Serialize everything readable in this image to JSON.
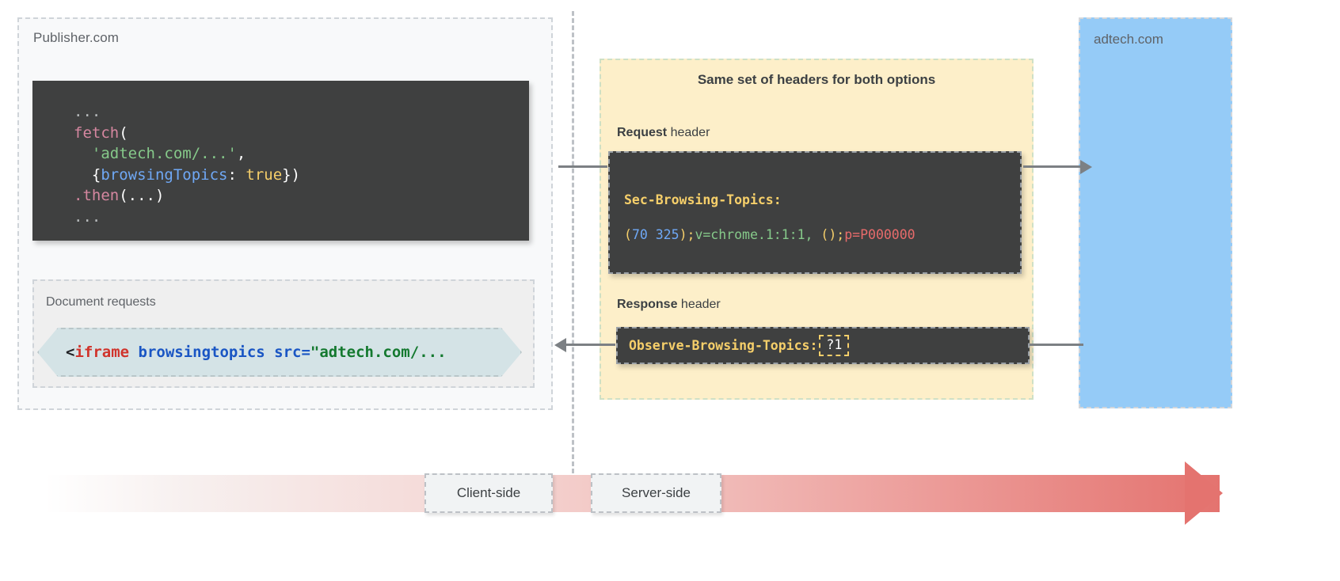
{
  "publisher": {
    "label": "Publisher.com",
    "fetch_code": {
      "line1_dots": "...",
      "fn": "fetch",
      "paren_open": "(",
      "url_string": "'adtech.com/...'",
      "comma": ",",
      "brace_open": "{",
      "option_key": "browsingTopics",
      "colon": ": ",
      "option_value": "true",
      "brace_close": "}",
      "paren_close": ")",
      "then": ".then",
      "then_args": "(...)",
      "line_last_dots": "..."
    },
    "document_requests": {
      "label": "Document requests",
      "snippet": {
        "lt": "<",
        "tag": "iframe",
        "space1": " ",
        "attr": "browsingtopics",
        "space2": " ",
        "src_attr": "src=",
        "src_value": "\"adtech.com/..."
      }
    }
  },
  "headers_panel": {
    "title": "Same set of headers for both options",
    "request_caption_bold": "Request",
    "request_caption_rest": " header",
    "response_caption_bold": "Response",
    "response_caption_rest": " header",
    "request_header": {
      "name": "Sec-Browsing-Topics:",
      "value_paren_open": "(",
      "value_num1": "70",
      "value_space": " ",
      "value_num2": "325",
      "value_paren_close": ")",
      "value_semi1": ";",
      "value_version": "v=chrome.1:1:1,",
      "value_space2": " ",
      "value_empty_parens": "()",
      "value_semi2": ";",
      "value_p": "p=P000000"
    },
    "response_header": {
      "name": "Observe-Browsing-Topics:",
      "value": "?1"
    }
  },
  "adtech": {
    "label": "adtech.com"
  },
  "timeline": {
    "client_side": "Client-side",
    "server_side": "Server-side"
  },
  "colors": {
    "headers_panel_bg": "#fdefc9",
    "adtech_bg": "#95cbf7",
    "code_bg": "#3f4040",
    "iframe_chip_bg": "#d4e3e6",
    "accent_yellow": "#f6cf6a",
    "accent_red": "#e4736f",
    "arrow_gray": "#7c8084"
  }
}
